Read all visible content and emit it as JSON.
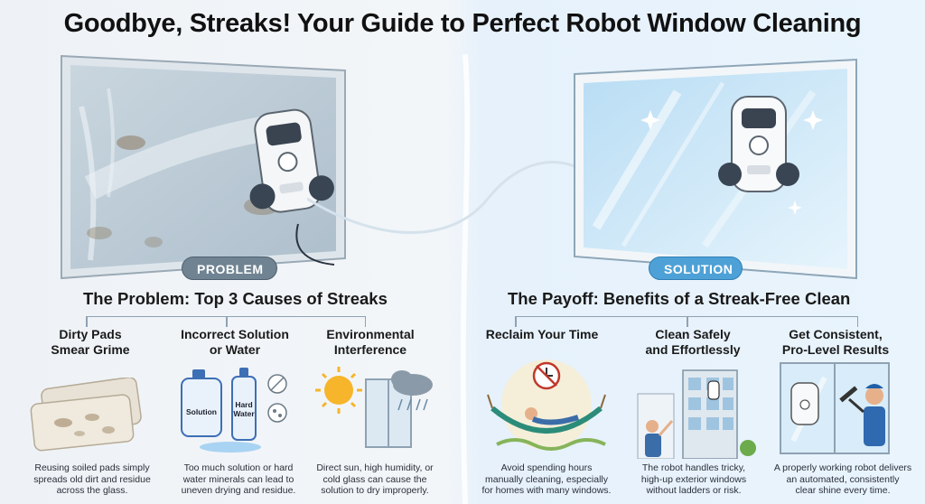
{
  "title": "Goodbye, Streaks! Your Guide to Perfect Robot Window Cleaning",
  "problem": {
    "pill": "PROBLEM",
    "heading": "The Problem: Top 3 Causes of Streaks",
    "causes": [
      {
        "title_line1": "Dirty Pads",
        "title_line2": "Smear Grime",
        "desc_line1": "Reusing soiled pads simply",
        "desc_line2": "spreads old dirt and residue",
        "desc_line3": "across the glass."
      },
      {
        "title_line1": "Incorrect Solution",
        "title_line2": "or Water",
        "desc_line1": "Too much solution or hard",
        "desc_line2": "water minerals can lead to",
        "desc_line3": "uneven drying and residue.",
        "bottle1_label": "Solution",
        "bottle2_label_line1": "Hard",
        "bottle2_label_line2": "Water"
      },
      {
        "title_line1": "Environmental",
        "title_line2": "Interference",
        "desc_line1": "Direct sun, high humidity, or",
        "desc_line2": "cold glass can cause the",
        "desc_line3": "solution to dry improperly."
      }
    ]
  },
  "solution": {
    "pill": "SOLUTION",
    "heading": "The Payoff: Benefits of a Streak-Free Clean",
    "benefits": [
      {
        "title_line1": "Reclaim Your Time",
        "title_line2": "",
        "desc_line1": "Avoid spending hours",
        "desc_line2": "manually cleaning, especially",
        "desc_line3": "for homes with many windows."
      },
      {
        "title_line1": "Clean Safely",
        "title_line2": "and Effortlessly",
        "desc_line1": "The robot handles tricky,",
        "desc_line2": "high-up exterior windows",
        "desc_line3": "without ladders or risk."
      },
      {
        "title_line1": "Get Consistent,",
        "title_line2": "Pro-Level Results",
        "desc_line1": "A properly working robot delivers",
        "desc_line2": "an automated, consistently",
        "desc_line3": "clear shine every time."
      }
    ]
  },
  "colors": {
    "problem_accent": "#6f8392",
    "solution_accent": "#4ea1d6",
    "title_text": "#111111"
  },
  "icons": [
    "robot-window-cleaner-icon",
    "sun-icon",
    "rain-cloud-icon",
    "hammock-icon",
    "clock-icon",
    "building-icon",
    "squeegee-icon",
    "bottle-icon"
  ]
}
